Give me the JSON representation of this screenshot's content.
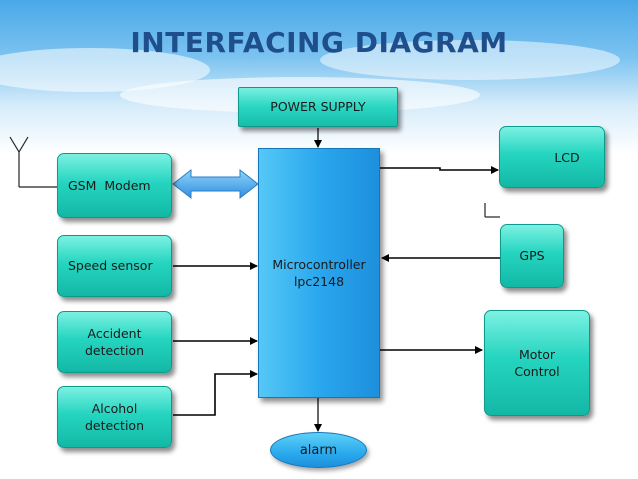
{
  "title": "INTERFACING DIAGRAM",
  "blocks": {
    "power_supply": "POWER SUPPLY",
    "gsm_modem": "GSM  Modem",
    "speed_sensor": "Speed sensor",
    "accident_detection": [
      "Accident",
      "detection"
    ],
    "alcohol_detection": [
      "Alcohol",
      "detection"
    ],
    "microcontroller": [
      "Microcontroller",
      "lpc2148"
    ],
    "lcd": "LCD",
    "gps": "GPS",
    "motor_control": [
      "Motor",
      "Control"
    ],
    "alarm": "alarm"
  },
  "colors": {
    "title": "#1f4e8c",
    "block_teal": "#25d5c0",
    "microcontroller_blue": "#2aa7ee",
    "arrow_blue": "#3a9ee6"
  },
  "icons": [
    "antenna-icon",
    "gps-antenna-icon",
    "double-arrow-icon"
  ]
}
